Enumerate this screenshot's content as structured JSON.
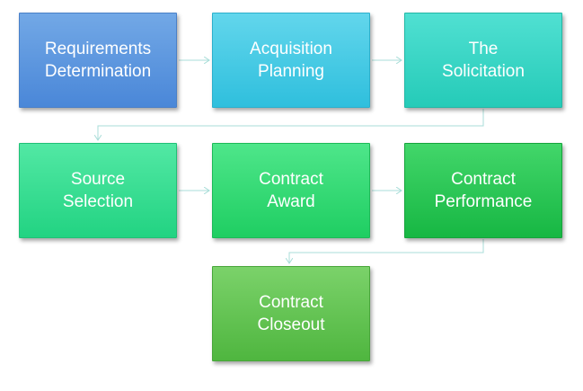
{
  "diagram": {
    "steps": [
      {
        "id": "s1",
        "label": "Requirements\nDetermination",
        "color": "#5b95dd"
      },
      {
        "id": "s2",
        "label": "Acquisition\nPlanning",
        "color": "#3cc8e3"
      },
      {
        "id": "s3",
        "label": "The\nSolicitation",
        "color": "#33d3c1"
      },
      {
        "id": "s4",
        "label": "Source\nSelection",
        "color": "#33dc8f"
      },
      {
        "id": "s5",
        "label": "Contract\nAward",
        "color": "#2dd86f"
      },
      {
        "id": "s6",
        "label": "Contract\nPerformance",
        "color": "#22c04f"
      },
      {
        "id": "s7",
        "label": "Contract\nCloseout",
        "color": "#5fc04c"
      }
    ],
    "connector_color": "#a8ddd8"
  }
}
